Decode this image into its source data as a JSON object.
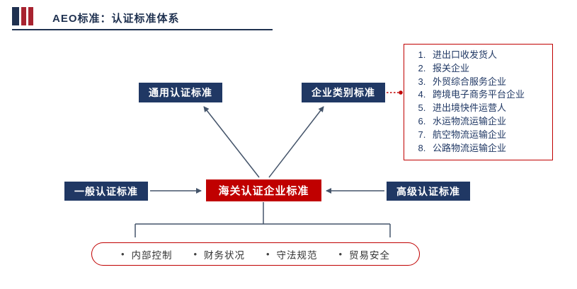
{
  "header": {
    "title": "AEO标准：认证标准体系"
  },
  "colors": {
    "navy": "#203864",
    "red": "#c00000",
    "arrow": "#44546a",
    "title_navy": "#1f3150"
  },
  "diagram": {
    "general_cert_box": "通用认证标准",
    "category_cert_box": "企业类别标准",
    "center_box": "海关认证企业标准",
    "basic_cert_box": "一般认证标准",
    "advanced_cert_box": "高级认证标准",
    "bullet": "•",
    "criteria": [
      "内部控制",
      "财务状况",
      "守法规范",
      "贸易安全"
    ],
    "categories": [
      "进出口收发货人",
      "报关企业",
      "外贸综合服务企业",
      "跨境电子商务平台企业",
      "进出境快件运营人",
      "水运物流运输企业",
      "航空物流运输企业",
      "公路物流运输企业"
    ]
  }
}
